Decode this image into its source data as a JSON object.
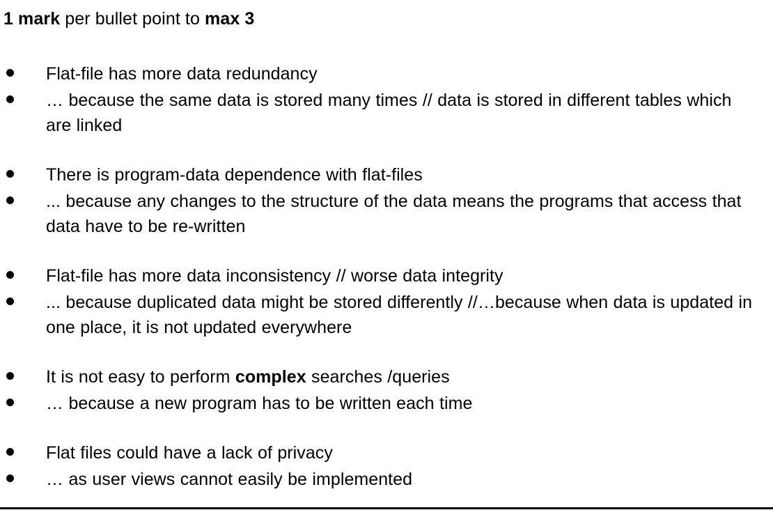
{
  "document": {
    "background_color": "#ffffff",
    "text_color": "#000000"
  },
  "heading": {
    "part_1_bold": "1 mark",
    "part_2_regular": " per bullet point to ",
    "part_3_bold": "max 3"
  },
  "bullet_groups": [
    {
      "id": "data-redundancy",
      "items": [
        {
          "marker": "round-bullet",
          "segments": [
            {
              "text": "Flat-file has more data redundancy",
              "bold": false
            }
          ]
        },
        {
          "marker": "round-bullet",
          "segments": [
            {
              "text": "… because the same data is stored many times // data is stored in different tables which are linked",
              "bold": false
            }
          ]
        }
      ]
    },
    {
      "id": "program-data-dependence",
      "items": [
        {
          "marker": "round-bullet",
          "segments": [
            {
              "text": "There is program-data dependence with flat-files",
              "bold": false
            }
          ]
        },
        {
          "marker": "round-bullet",
          "segments": [
            {
              "text": "... because any changes to the structure of the data means the programs that access that data have to be re-written",
              "bold": false
            }
          ]
        }
      ]
    },
    {
      "id": "data-inconsistency",
      "items": [
        {
          "marker": "round-bullet",
          "segments": [
            {
              "text": "Flat-file has more data inconsistency // worse data integrity",
              "bold": false
            }
          ]
        },
        {
          "marker": "round-bullet",
          "segments": [
            {
              "text": "... because duplicated data might be stored differently //…because when data is updated in one place, it is not updated everywhere",
              "bold": false
            }
          ]
        }
      ]
    },
    {
      "id": "complex-searches",
      "items": [
        {
          "marker": "round-bullet",
          "segments": [
            {
              "text": "It is not easy to perform ",
              "bold": false
            },
            {
              "text": "complex",
              "bold": true
            },
            {
              "text": " searches /queries",
              "bold": false
            }
          ]
        },
        {
          "marker": "round-bullet",
          "segments": [
            {
              "text": "… because a new program has to be written each time",
              "bold": false
            }
          ]
        }
      ]
    },
    {
      "id": "lack-of-privacy",
      "items": [
        {
          "marker": "round-bullet",
          "segments": [
            {
              "text": "Flat files could have a lack of privacy",
              "bold": false
            }
          ]
        },
        {
          "marker": "round-bullet",
          "segments": [
            {
              "text": "… as user views cannot easily be implemented",
              "bold": false
            }
          ]
        }
      ]
    }
  ],
  "footer_rule": {
    "color": "#000000",
    "visible": true
  }
}
